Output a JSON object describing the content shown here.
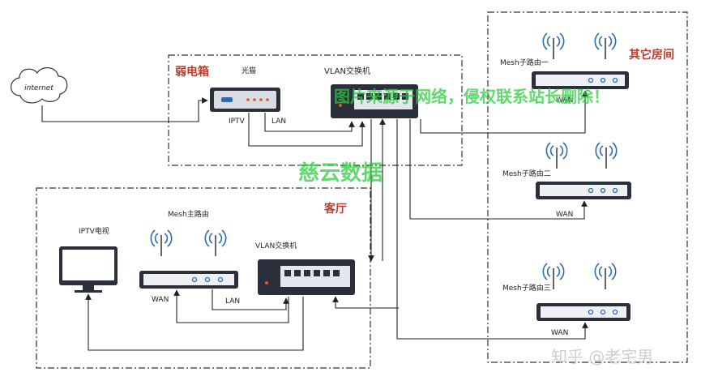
{
  "cloud": {
    "label": "internet"
  },
  "weak_box": {
    "title": "弱电箱",
    "modem": {
      "title": "光猫",
      "port_iptv": "IPTV",
      "port_lan": "LAN"
    },
    "switch": {
      "title": "VLAN交换机"
    }
  },
  "living_room": {
    "title": "客厅",
    "tv": {
      "title": "IPTV电视"
    },
    "mesh_main": {
      "title": "Mesh主路由",
      "port_wan": "WAN",
      "port_lan": "LAN"
    },
    "switch": {
      "title": "VLAN交换机"
    }
  },
  "other_rooms": {
    "title": "其它房间",
    "nodes": [
      {
        "title": "Mesh子路由一",
        "port_wan": "WAN"
      },
      {
        "title": "Mesh子路由二",
        "port_wan": "WAN"
      },
      {
        "title": "Mesh子路由三",
        "port_wan": "WAN"
      }
    ]
  },
  "watermark": {
    "line1": "图片来源于网络，侵权联系站长删除！",
    "line2": "慈云数据"
  },
  "credit": "知乎 @老宅男",
  "colors": {
    "accent": "#c0392b",
    "watermark": "#2ecc40",
    "device": "#2b2e3b",
    "line": "#333333"
  }
}
